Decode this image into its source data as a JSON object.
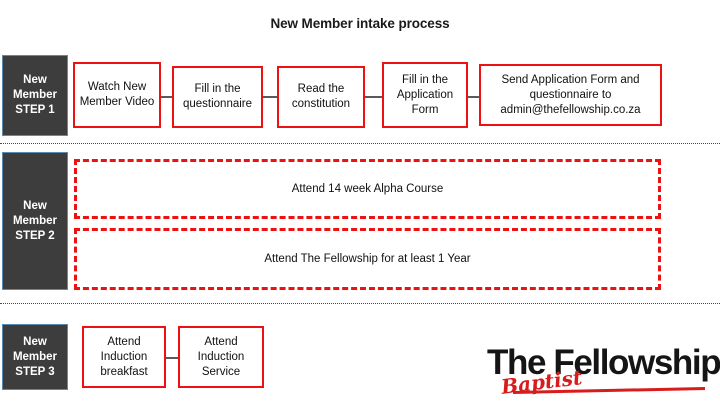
{
  "page": {
    "title": "New Member intake process",
    "accent_red": "#ee1111",
    "label_bg": "#3d3d3d",
    "label_border": "#5b8ab0"
  },
  "steps": [
    {
      "label_line1": "New",
      "label_line2": "Member",
      "label_line3": "STEP 1",
      "boxes": [
        {
          "text": "Watch New Member Video"
        },
        {
          "text": "Fill in the questionnaire"
        },
        {
          "text": "Read the constitution"
        },
        {
          "text": "Fill in the Application Form"
        },
        {
          "text": "Send Application Form and questionnaire to admin@thefellowship.co.za"
        }
      ]
    },
    {
      "label_line1": "New",
      "label_line2": "Member",
      "label_line3": "STEP 2",
      "boxes": [
        {
          "text": "Attend 14 week Alpha Course"
        },
        {
          "text": "Attend The Fellowship for at least 1 Year"
        }
      ]
    },
    {
      "label_line1": "New",
      "label_line2": "Member",
      "label_line3": "STEP 3",
      "boxes": [
        {
          "text": "Attend Induction breakfast"
        },
        {
          "text": "Attend Induction Service"
        }
      ]
    }
  ],
  "logo": {
    "main": "The Fellowship",
    "script": "Baptist"
  }
}
